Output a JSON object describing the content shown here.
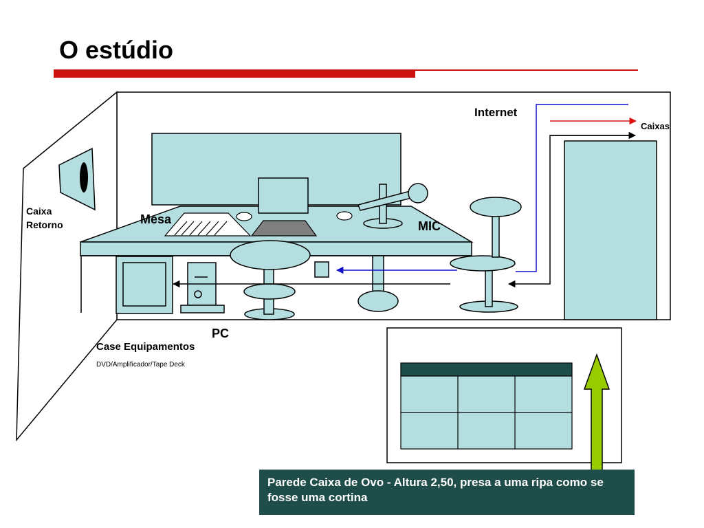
{
  "title": "O estúdio",
  "labels": {
    "internet": "Internet",
    "caixas": "Caixas",
    "caixa": "Caixa",
    "retorno": "Retorno",
    "mesa": "Mesa",
    "mic": "MIC",
    "pc": "PC",
    "case_equipamentos": "Case Equipamentos",
    "case_detail": "DVD/Amplificador/Tape Deck"
  },
  "banner": "Parede Caixa de Ovo - Altura 2,50, presa a uma ripa como se fosse uma cortina",
  "colors": {
    "accent_red": "#cc1111",
    "furniture_fill": "#b5dee0",
    "banner_bg": "#1f4d4a",
    "arrow_green": "#99cc00",
    "line_blue": "#1111cc",
    "line_red": "#dd1111",
    "laptop_gray": "#808080"
  }
}
